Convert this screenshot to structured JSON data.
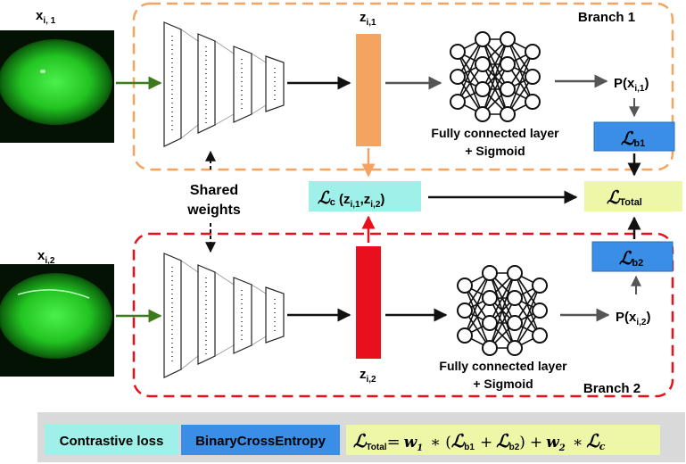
{
  "branch1": {
    "title": "Branch 1",
    "input_label": "x",
    "input_sub": "i, 1",
    "z_label": "z",
    "z_sub": "i,1",
    "fc_line1": "Fully connected layer",
    "fc_line2": "+ Sigmoid",
    "prob_text": "P(x",
    "prob_sub": "i,1",
    "prob_close": ")",
    "loss_sub": "b1"
  },
  "branch2": {
    "title": "Branch 2",
    "input_label": "x",
    "input_sub": "i,2",
    "z_label": "z",
    "z_sub": "i,2",
    "fc_line1": "Fully connected layer",
    "fc_line2": "+ Sigmoid",
    "prob_text": "P(x",
    "prob_sub": "i,2",
    "prob_close": ")",
    "loss_sub": "b2"
  },
  "shared": {
    "line1": "Shared",
    "line2": "weights"
  },
  "contrastive": {
    "symbol": "ℒ",
    "sub": "c",
    "args_open": " (z",
    "arg1_sub": "i,1",
    "comma": ",z",
    "arg2_sub": "i,2",
    "args_close": ")"
  },
  "total": {
    "symbol": "ℒ",
    "sub": "Total"
  },
  "legend": {
    "contrastive_label": "Contrastive loss",
    "bce_label": "BinaryCrossEntropy",
    "equation": {
      "lhs_symbol": "ℒ",
      "lhs_sub": "Total",
      "eq": "=",
      "w1": "w",
      "w1_sub": "1",
      "mul1": "∗ (",
      "lb1_sub": "b1",
      "plus1": "+",
      "lb2_sub": "b2",
      "close": ")",
      "plus2": "+",
      "w2": "w",
      "w2_sub": "2",
      "mul2": "∗",
      "lc_sub": "c"
    }
  },
  "colors": {
    "branch1": "#f4a460",
    "branch2": "#e8101c",
    "contrastive_bg": "#9ff0e8",
    "bce_bg": "#3a8ee6",
    "total_bg": "#eef7a8",
    "legend_bg": "#d9d9d9",
    "arrow_green": "#3c7a1c",
    "eye_green": "#2fd62f"
  }
}
